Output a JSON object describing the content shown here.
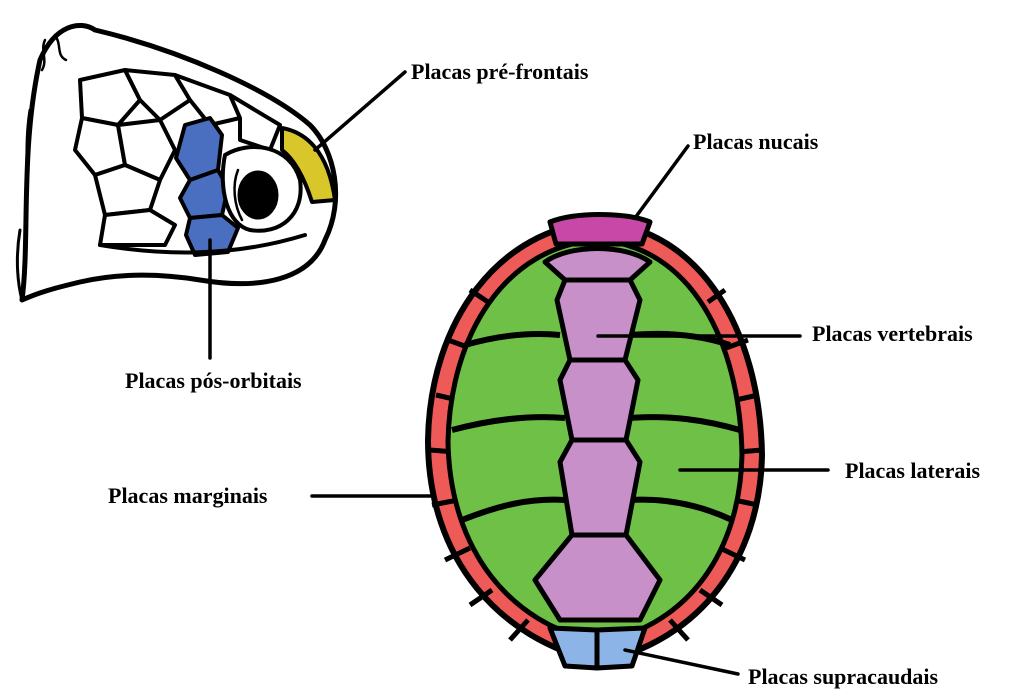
{
  "labels": {
    "pre_frontais": "Placas pré-frontais",
    "pos_orbitais": "Placas pós-orbitais",
    "nucais": "Placas nucais",
    "vertebrais": "Placas vertebrais",
    "marginais": "Placas marginais",
    "laterais": "Placas laterais",
    "supracaudais": "Placas supracaudais"
  },
  "colors": {
    "pre_frontal": "#d8c62a",
    "pos_orbital": "#4a6ec0",
    "nucal": "#c848a8",
    "vertebral": "#c890c8",
    "lateral": "#6ec046",
    "marginal": "#ee5a58",
    "supracaudal": "#8cb4e6",
    "outline": "#000000"
  }
}
